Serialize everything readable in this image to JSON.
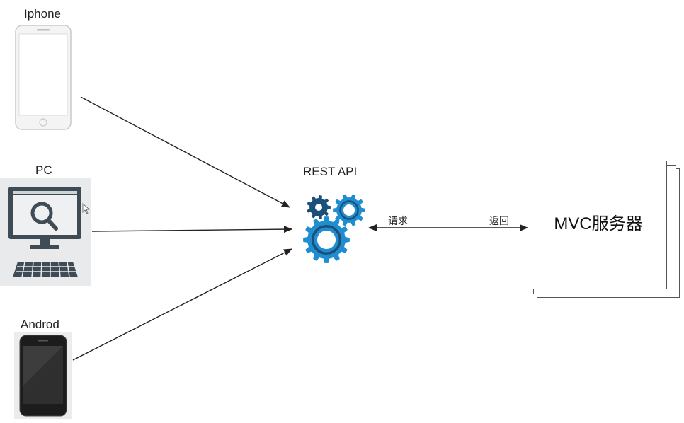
{
  "clients": {
    "iphone": {
      "label": "Iphone"
    },
    "pc": {
      "label": "PC"
    },
    "android": {
      "label": "Androd"
    }
  },
  "api": {
    "label": "REST API"
  },
  "connection": {
    "request_label": "请求",
    "return_label": "返回"
  },
  "server": {
    "label": "MVC服务器"
  },
  "colors": {
    "gear": "#1f8ed0",
    "gear_dark": "#1c4f7a",
    "arrow": "#222222"
  },
  "icons": {
    "iphone": "smartphone-white-icon",
    "pc": "desktop-computer-search-icon",
    "android": "smartphone-black-icon",
    "api": "gears-icon"
  }
}
